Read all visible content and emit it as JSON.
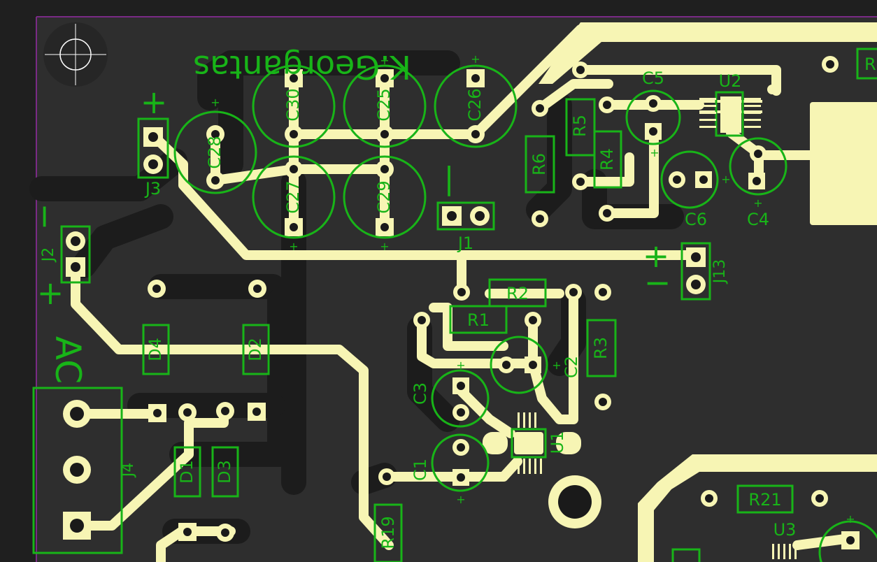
{
  "colors": {
    "background": "#1f1f1f",
    "board": "#2e2e2e",
    "copper": "#f7f5b4",
    "silkscreen": "#18b418",
    "pad_hole": "#1a1a1a",
    "outline": "#7a2a86"
  },
  "author_text": "K.Georgantas",
  "connectors": {
    "j1": "J1",
    "j2": "J2",
    "j3": "J3",
    "j4": "J4",
    "j13": "J13"
  },
  "capacitors": {
    "c1": "C1",
    "c2": "C2",
    "c3": "C3",
    "c4": "C4",
    "c5": "C5",
    "c6": "C6",
    "c25": "C25",
    "c26": "C26",
    "c27": "C27",
    "c28": "C28",
    "c29": "C29",
    "c30": "C30"
  },
  "resistors": {
    "r1": "R1",
    "r2": "R2",
    "r3": "R3",
    "r4": "R4",
    "r5": "R5",
    "r6": "R6",
    "r19": "R19",
    "r21": "R21",
    "r_edge": "R"
  },
  "diodes": {
    "d1": "D1",
    "d2": "D2",
    "d3": "D3",
    "d4": "D4"
  },
  "ics": {
    "u1": "U1",
    "u2": "U2",
    "u3": "U3"
  },
  "markings": {
    "plus": "+",
    "minus": "−",
    "ac": "AC",
    "bar": "|"
  }
}
